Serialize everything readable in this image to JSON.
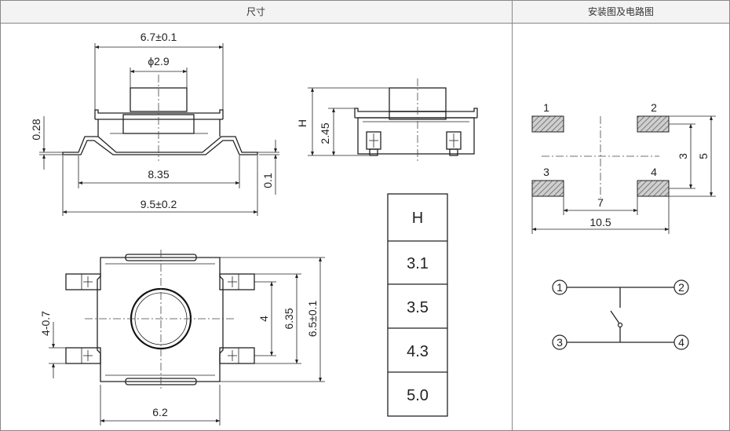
{
  "headers": {
    "dimensions": "尺寸",
    "installation": "安装图及电路图"
  },
  "front_view": {
    "width_top": "6.7±0.1",
    "plunger_dia": "ϕ2.9",
    "lead_thickness": "0.28",
    "lead_offset": "0.1",
    "body_bottom": "8.35",
    "overall_width": "9.5±0.2"
  },
  "side_view": {
    "h_label": "H",
    "base_height": "2.45"
  },
  "height_table": {
    "header": "H",
    "rows": [
      "3.1",
      "3.5",
      "4.3",
      "5.0"
    ]
  },
  "top_view": {
    "pin_width": "4-0.7",
    "inner_dim": "4",
    "pitch": "6.35",
    "outer_dim": "6.5±0.1",
    "body_width": "6.2"
  },
  "footprint": {
    "pads": [
      "1",
      "2",
      "3",
      "4"
    ],
    "v_spacing": "3",
    "v_overall": "5",
    "h_spacing": "7",
    "h_overall": "10.5"
  },
  "circuit": {
    "terminals": [
      "1",
      "2",
      "3",
      "4"
    ]
  }
}
